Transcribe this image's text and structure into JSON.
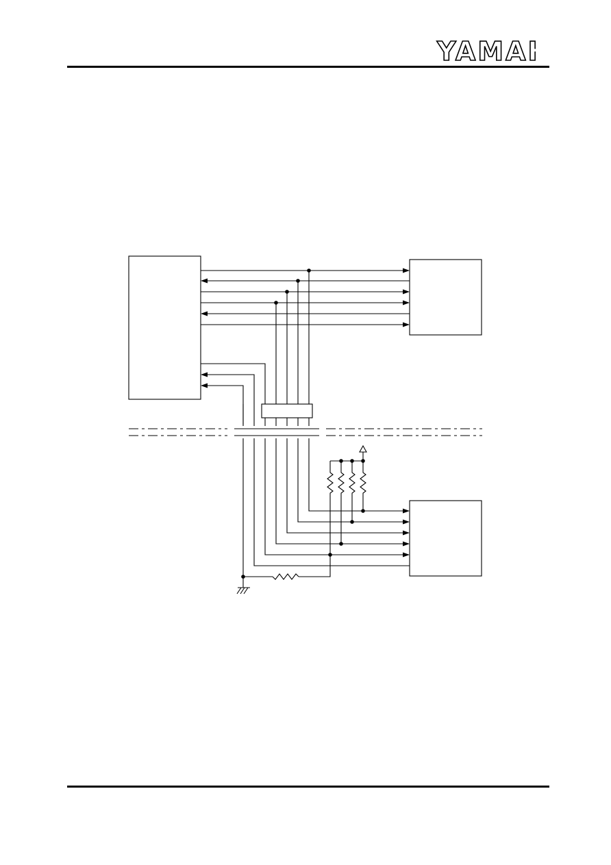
{
  "header": {
    "brand": "YAMAHA",
    "brand_color": "#000000"
  },
  "diagram": {
    "type": "schematic",
    "blocks": [
      "left-controller-block",
      "right-upper-device-block",
      "right-lower-device-block",
      "cable-clamp-block"
    ],
    "icons": [
      "ground-icon",
      "vcc-terminal-icon",
      "resistor-icon"
    ]
  }
}
